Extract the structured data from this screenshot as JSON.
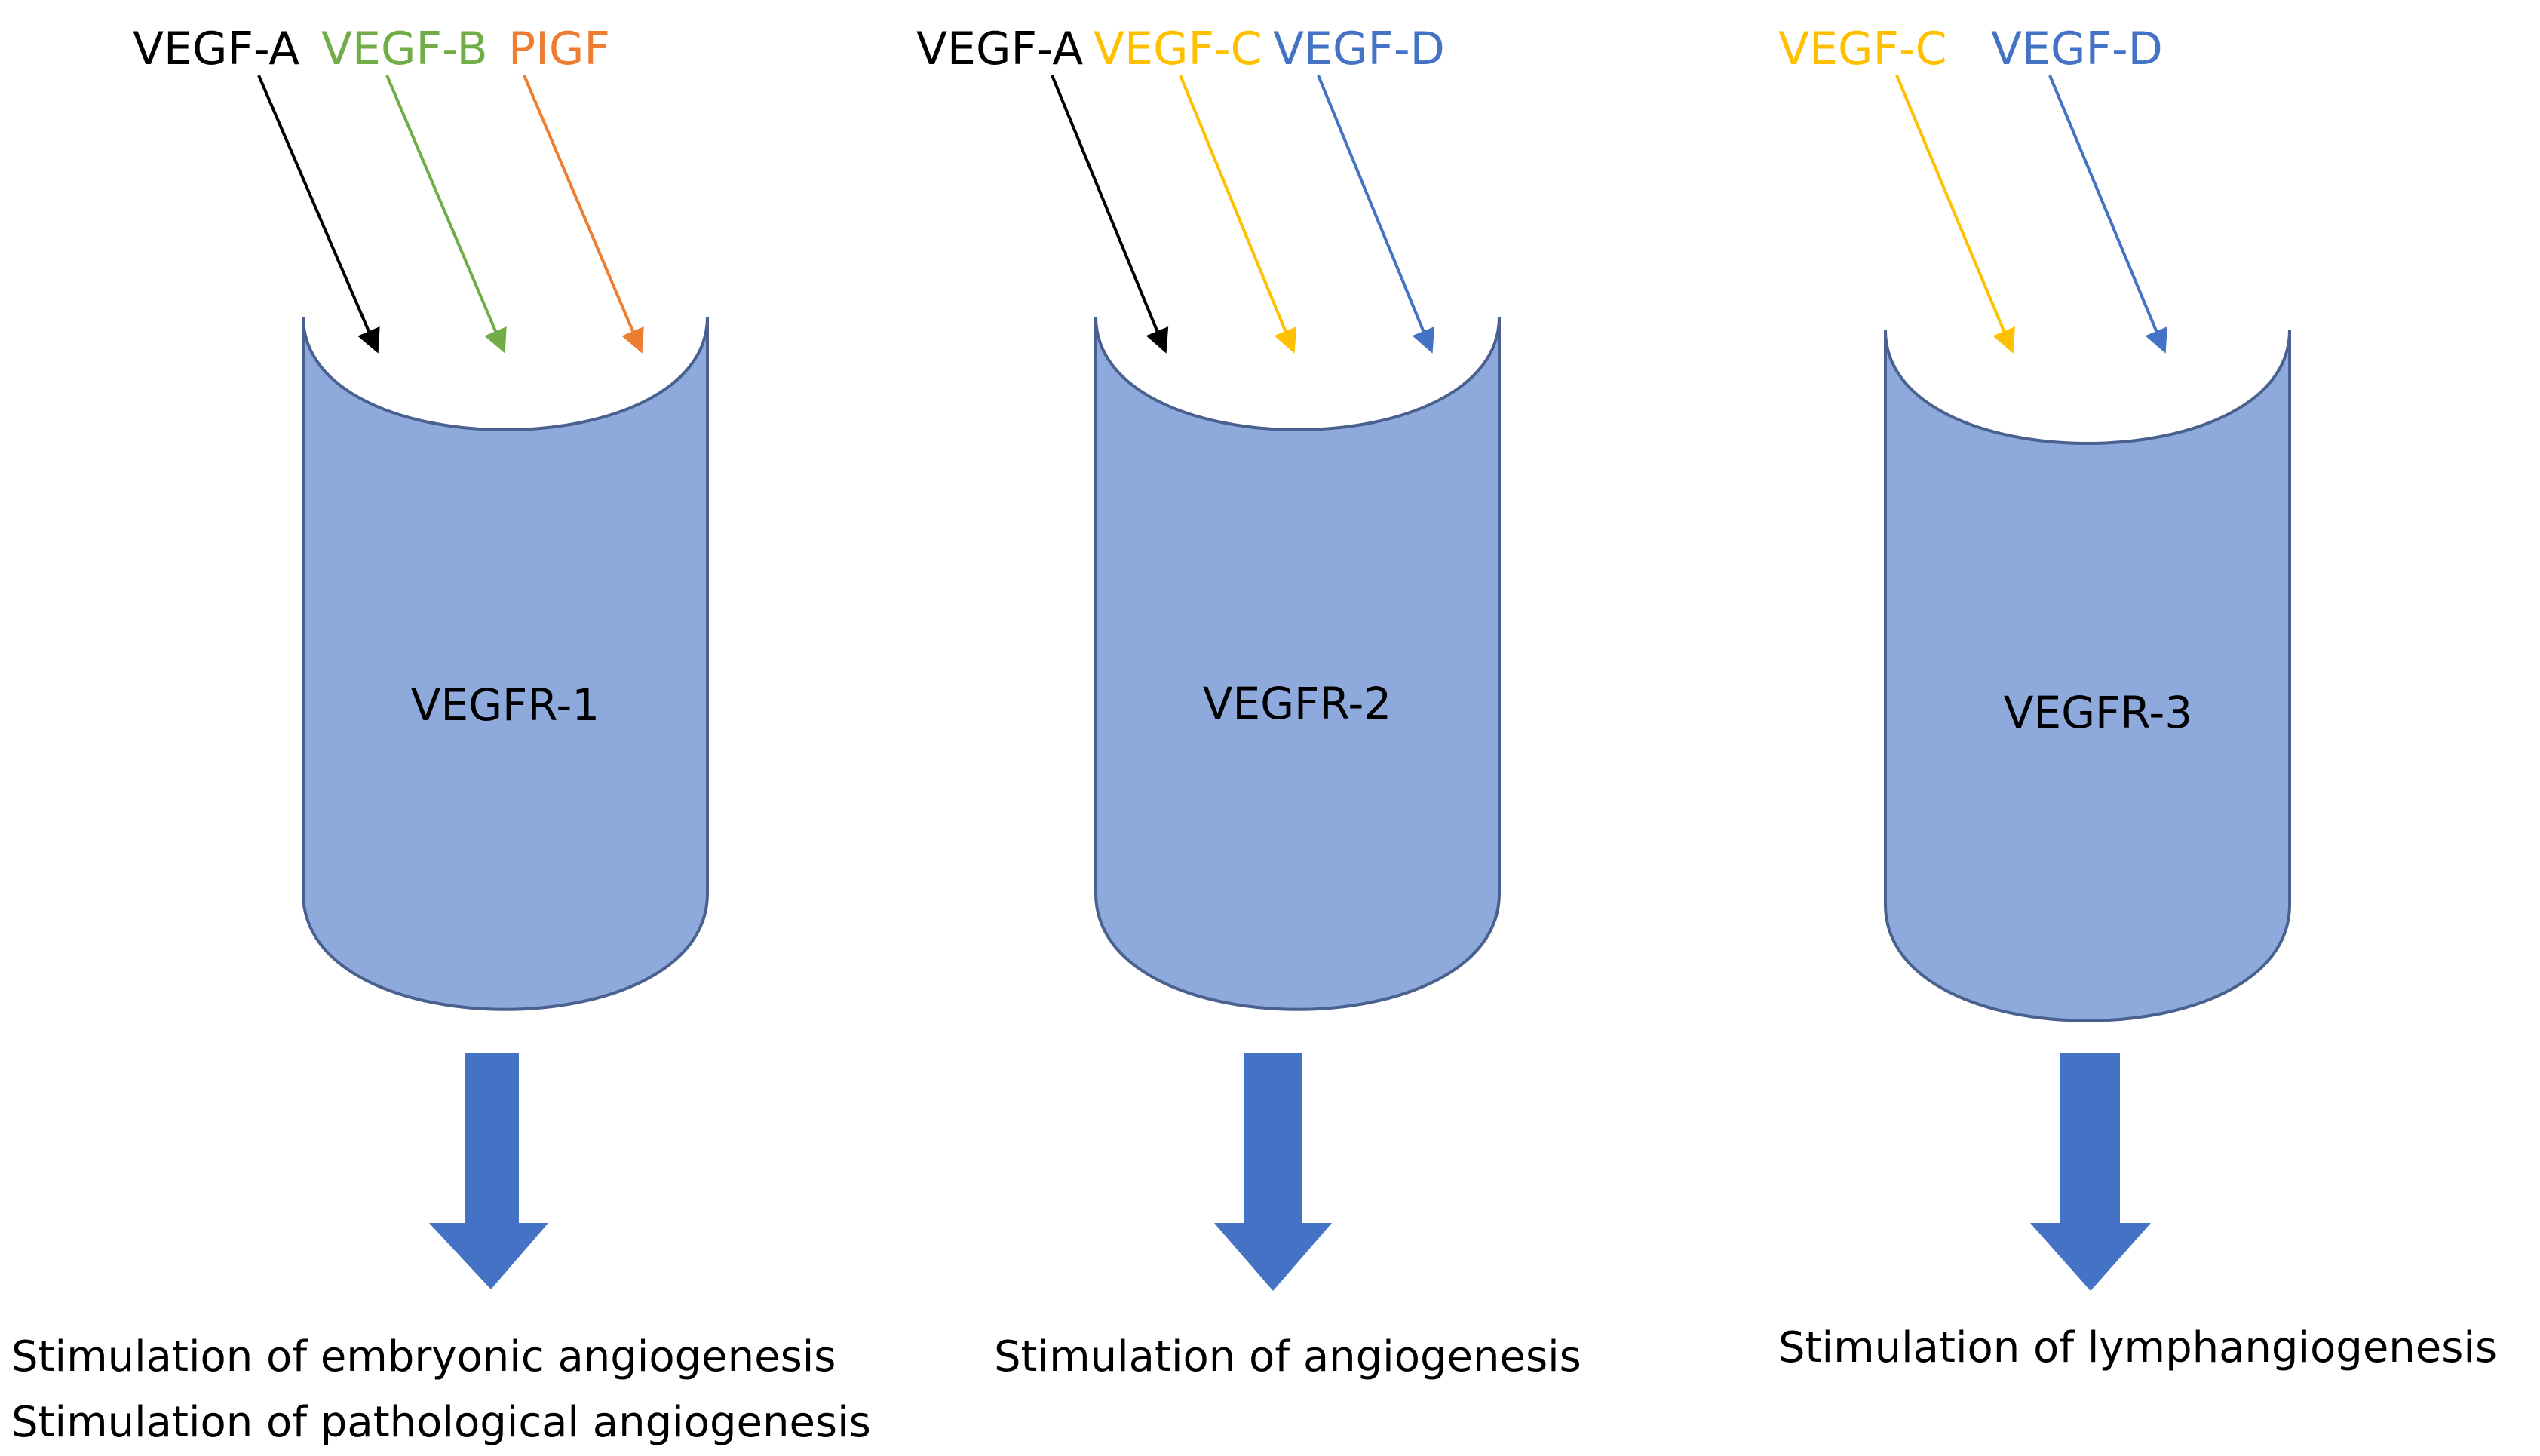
{
  "receptors": [
    {
      "name": "VEGFR-1",
      "ligands": [
        {
          "label": "VEGF-A",
          "color": "#000000"
        },
        {
          "label": "VEGF-B",
          "color": "#70AD47"
        },
        {
          "label": "PIGF",
          "color": "#ED7D31"
        }
      ],
      "outcomes": [
        "Stimulation of embryonic angiogenesis",
        "Stimulation of pathological angiogenesis"
      ]
    },
    {
      "name": "VEGFR-2",
      "ligands": [
        {
          "label": "VEGF-A",
          "color": "#000000"
        },
        {
          "label": "VEGF-C",
          "color": "#FFC000"
        },
        {
          "label": "VEGF-D",
          "color": "#4472C4"
        }
      ],
      "outcomes": [
        "Stimulation of angiogenesis"
      ]
    },
    {
      "name": "VEGFR-3",
      "ligands": [
        {
          "label": "VEGF-C",
          "color": "#FFC000"
        },
        {
          "label": "VEGF-D",
          "color": "#4472C4"
        }
      ],
      "outcomes": [
        "Stimulation of lymphangiogenesis"
      ]
    }
  ],
  "colors": {
    "receptor_fill": "#8EA9DB",
    "receptor_stroke": "#4A6190",
    "signal_arrow": "#4472C4"
  }
}
